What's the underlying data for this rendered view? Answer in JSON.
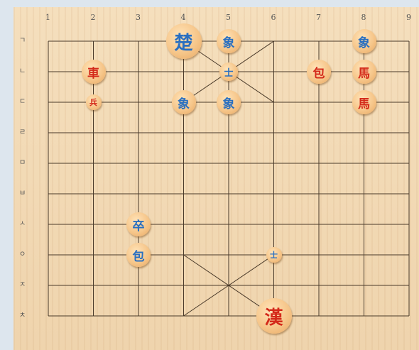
{
  "board": {
    "column_labels": [
      "1",
      "2",
      "3",
      "4",
      "5",
      "6",
      "7",
      "8",
      "9"
    ],
    "row_labels": [
      "ㄱ",
      "ㄴ",
      "ㄷ",
      "ㄹ",
      "ㅁ",
      "ㅂ",
      "ㅅ",
      "ㅇ",
      "ㅈ",
      "ㅊ"
    ]
  },
  "pieces": [
    {
      "col": 4,
      "row": 1,
      "side": "blue",
      "text": "楚",
      "size": "xl",
      "name": "piece-blue-general"
    },
    {
      "col": 5,
      "row": 1,
      "side": "blue",
      "text": "象",
      "size": "md",
      "name": "piece-blue-elephant-1"
    },
    {
      "col": 8,
      "row": 1,
      "side": "blue",
      "text": "象",
      "size": "md",
      "name": "piece-blue-elephant-2"
    },
    {
      "col": 2,
      "row": 2,
      "side": "red",
      "text": "車",
      "size": "md",
      "name": "piece-red-chariot"
    },
    {
      "col": 5,
      "row": 2,
      "side": "blue",
      "text": "士",
      "size": "sm",
      "name": "piece-blue-guard"
    },
    {
      "col": 7,
      "row": 2,
      "side": "red",
      "text": "包",
      "size": "md",
      "name": "piece-red-cannon"
    },
    {
      "col": 8,
      "row": 2,
      "side": "red",
      "text": "馬",
      "size": "md",
      "name": "piece-red-horse-1"
    },
    {
      "col": 2,
      "row": 3,
      "side": "red",
      "text": "兵",
      "size": "xs",
      "name": "piece-red-soldier"
    },
    {
      "col": 4,
      "row": 3,
      "side": "blue",
      "text": "象",
      "size": "md",
      "name": "piece-blue-elephant-3"
    },
    {
      "col": 5,
      "row": 3,
      "side": "blue",
      "text": "象",
      "size": "md",
      "name": "piece-blue-elephant-4"
    },
    {
      "col": 8,
      "row": 3,
      "side": "red",
      "text": "馬",
      "size": "md",
      "name": "piece-red-horse-2"
    },
    {
      "col": 3,
      "row": 7,
      "side": "blue",
      "text": "卒",
      "size": "md",
      "name": "piece-blue-soldier"
    },
    {
      "col": 3,
      "row": 8,
      "side": "blue",
      "text": "包",
      "size": "md",
      "name": "piece-blue-cannon"
    },
    {
      "col": 6,
      "row": 8,
      "side": "blue",
      "text": "士",
      "size": "xs",
      "name": "piece-blue-guard-2"
    },
    {
      "col": 6,
      "row": 10,
      "side": "red",
      "text": "漢",
      "size": "xl",
      "name": "piece-red-general"
    }
  ],
  "colors": {
    "line": "#4a3a2a",
    "red": "#d42a1a",
    "blue": "#2a6fc0",
    "board": "#f3dcb9"
  }
}
